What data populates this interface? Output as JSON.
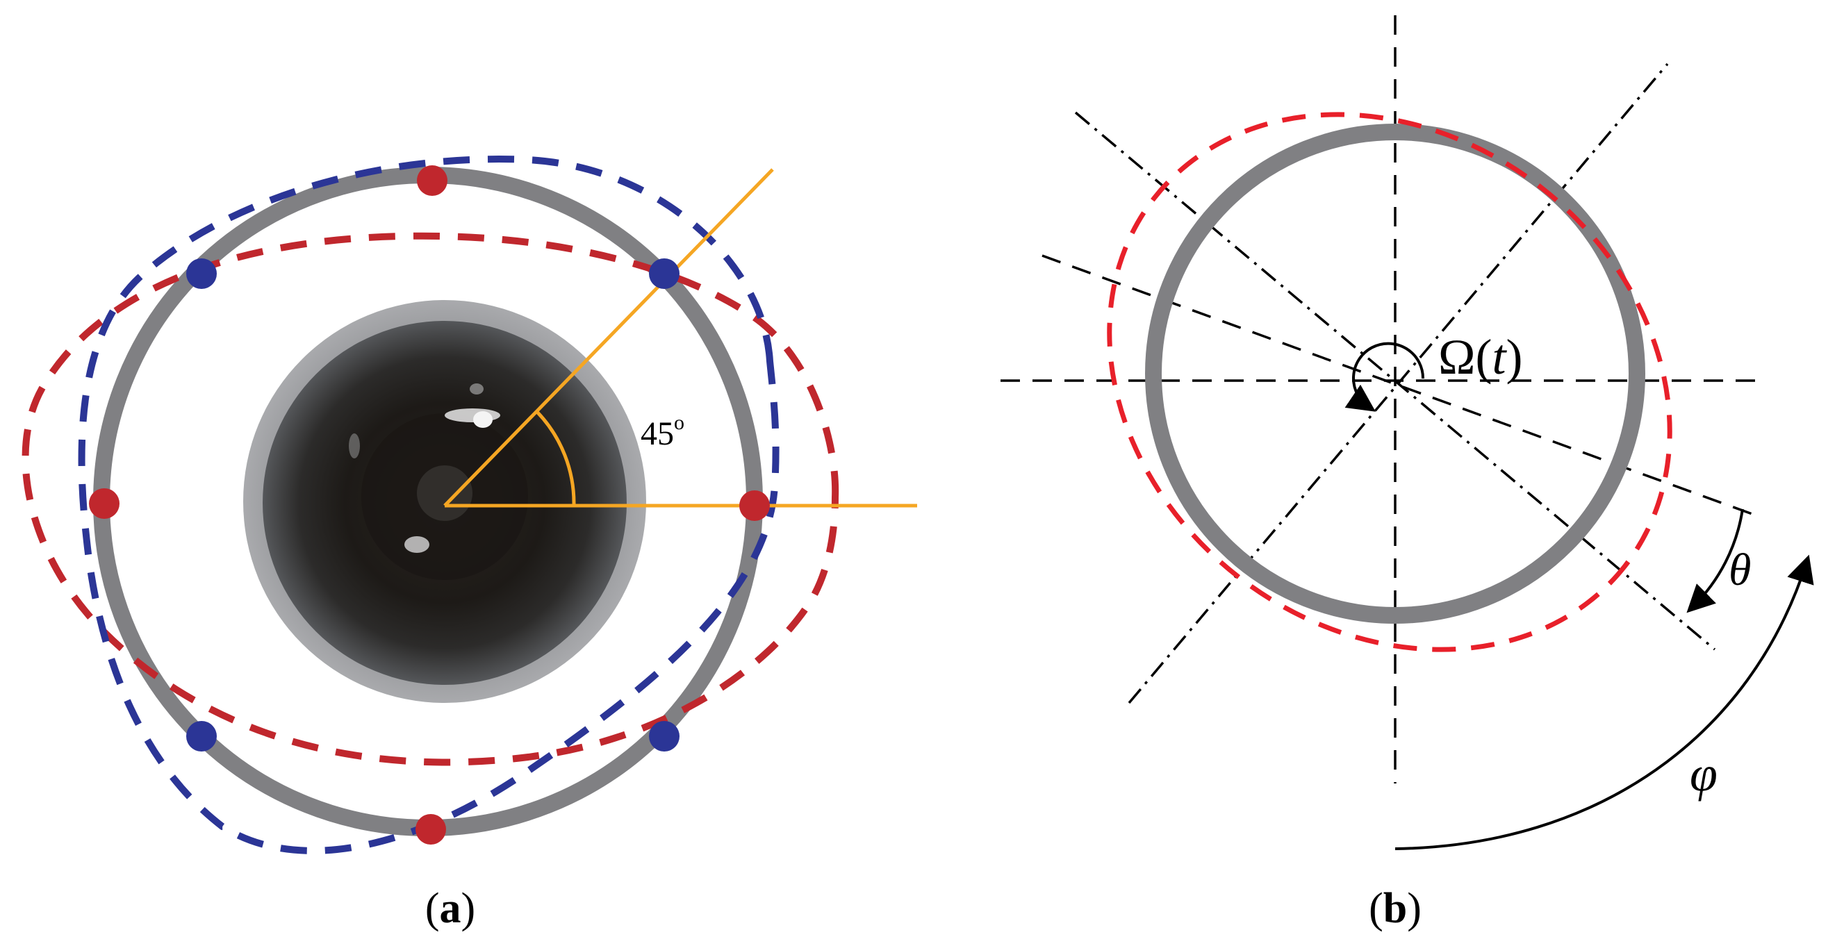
{
  "panels": {
    "a": {
      "label_open": "(",
      "label_letter": "a",
      "label_close": ")",
      "angle_value": "45",
      "angle_unit": "o"
    },
    "b": {
      "label_open": "(",
      "label_letter": "b",
      "label_close": ")",
      "omega_symbol": "Ω(",
      "omega_arg": "t",
      "omega_close": ")",
      "theta_symbol": "θ",
      "phi_symbol": "φ"
    }
  },
  "colors": {
    "ring": "#808083",
    "red": "#c0272d",
    "red_b": "#e8202a",
    "blue": "#2b3596",
    "orange": "#f5a623",
    "dark": "#000000"
  }
}
